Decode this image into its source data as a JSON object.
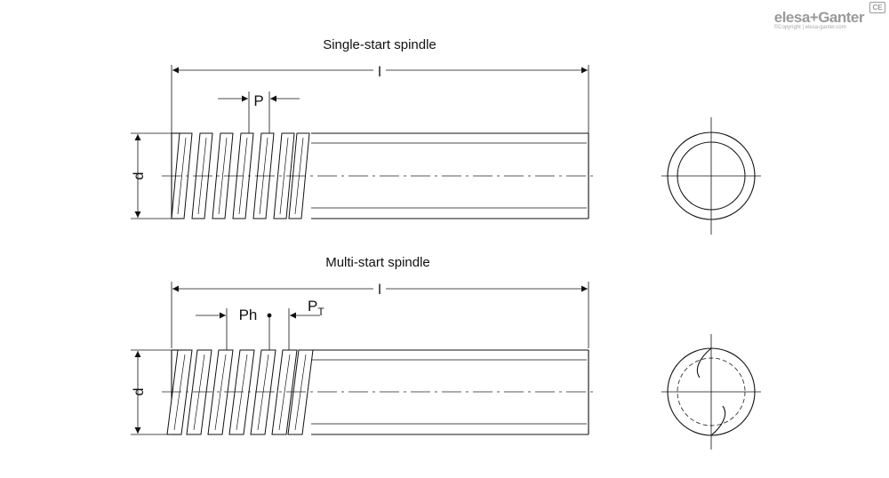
{
  "brand": {
    "name": "elesa+Ganter",
    "copyright": "©Copyright | elesa-ganter.com",
    "mark": "CE"
  },
  "views": {
    "single": {
      "title": "Single-start spindle",
      "length_label": "l",
      "pitch_label": "P",
      "diameter_label": "d"
    },
    "multi": {
      "title": "Multi-start spindle",
      "length_label": "l",
      "lead_label": "Ph",
      "pitch_label_main": "P",
      "pitch_label_sub": "T",
      "diameter_label": "d"
    }
  }
}
